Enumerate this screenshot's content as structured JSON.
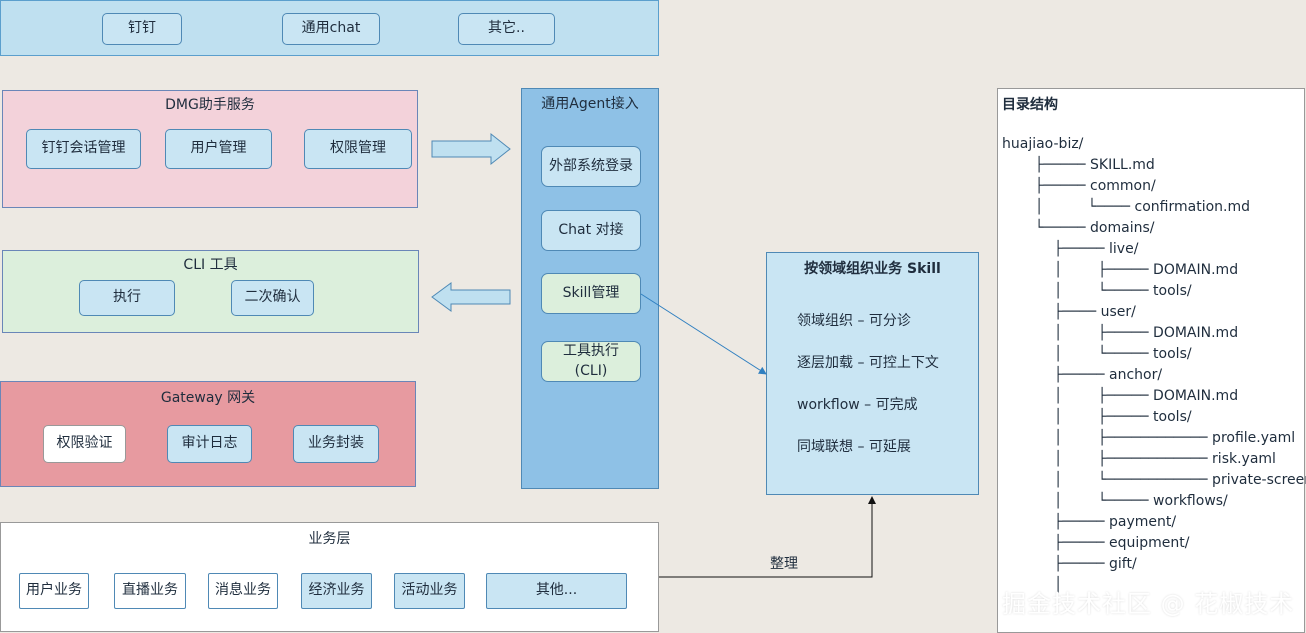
{
  "top_bar": {
    "buttons": [
      "钉钉",
      "通用chat",
      "其它.."
    ]
  },
  "dmg": {
    "title": "DMG助手服务",
    "buttons": [
      "钉钉会话管理",
      "用户管理",
      "权限管理"
    ]
  },
  "cli": {
    "title": "CLI 工具",
    "buttons": [
      "执行",
      "二次确认"
    ]
  },
  "gateway": {
    "title": "Gateway 网关",
    "buttons": [
      "权限验证",
      "审计日志",
      "业务封装"
    ]
  },
  "biz": {
    "title": "业务层",
    "buttons": [
      "用户业务",
      "直播业务",
      "消息业务",
      "经济业务",
      "活动业务",
      "其他..."
    ]
  },
  "agent": {
    "title": "通用Agent接入",
    "buttons": [
      "外部系统登录",
      "Chat 对接",
      "Skill管理",
      "工具执行\n(CLI)"
    ]
  },
  "skill_org": {
    "title": "按领域组织业务 Skill",
    "items": [
      "领域组织 – 可分诊",
      "逐层加载 – 可控上下文",
      "workflow – 可完成",
      "同域联想 – 可延展"
    ]
  },
  "edge_label": "整理",
  "dir": {
    "title": "目录结构",
    "lines": [
      "huajiao-biz/",
      "├───── SKILL.md",
      "├───── common/",
      "│          └──── confirmation.md",
      "└───── domains/",
      "├───── live/",
      "│        ├───── DOMAIN.md",
      "│        └───── tools/",
      "├──── user/",
      "│        ├───── DOMAIN.md",
      "│        └───── tools/",
      "├───── anchor/",
      "│        ├───── DOMAIN.md",
      "│        ├───── tools/",
      "│        ├──────────── profile.yaml",
      "│        ├──────────── risk.yaml",
      "│        └──────────── private-screen.yaml",
      "│        └───── workflows/",
      "├───── payment/",
      "├───── equipment/",
      "├───── gift/",
      "│"
    ]
  },
  "watermark": "掘金技术社区 @ 花椒技术"
}
